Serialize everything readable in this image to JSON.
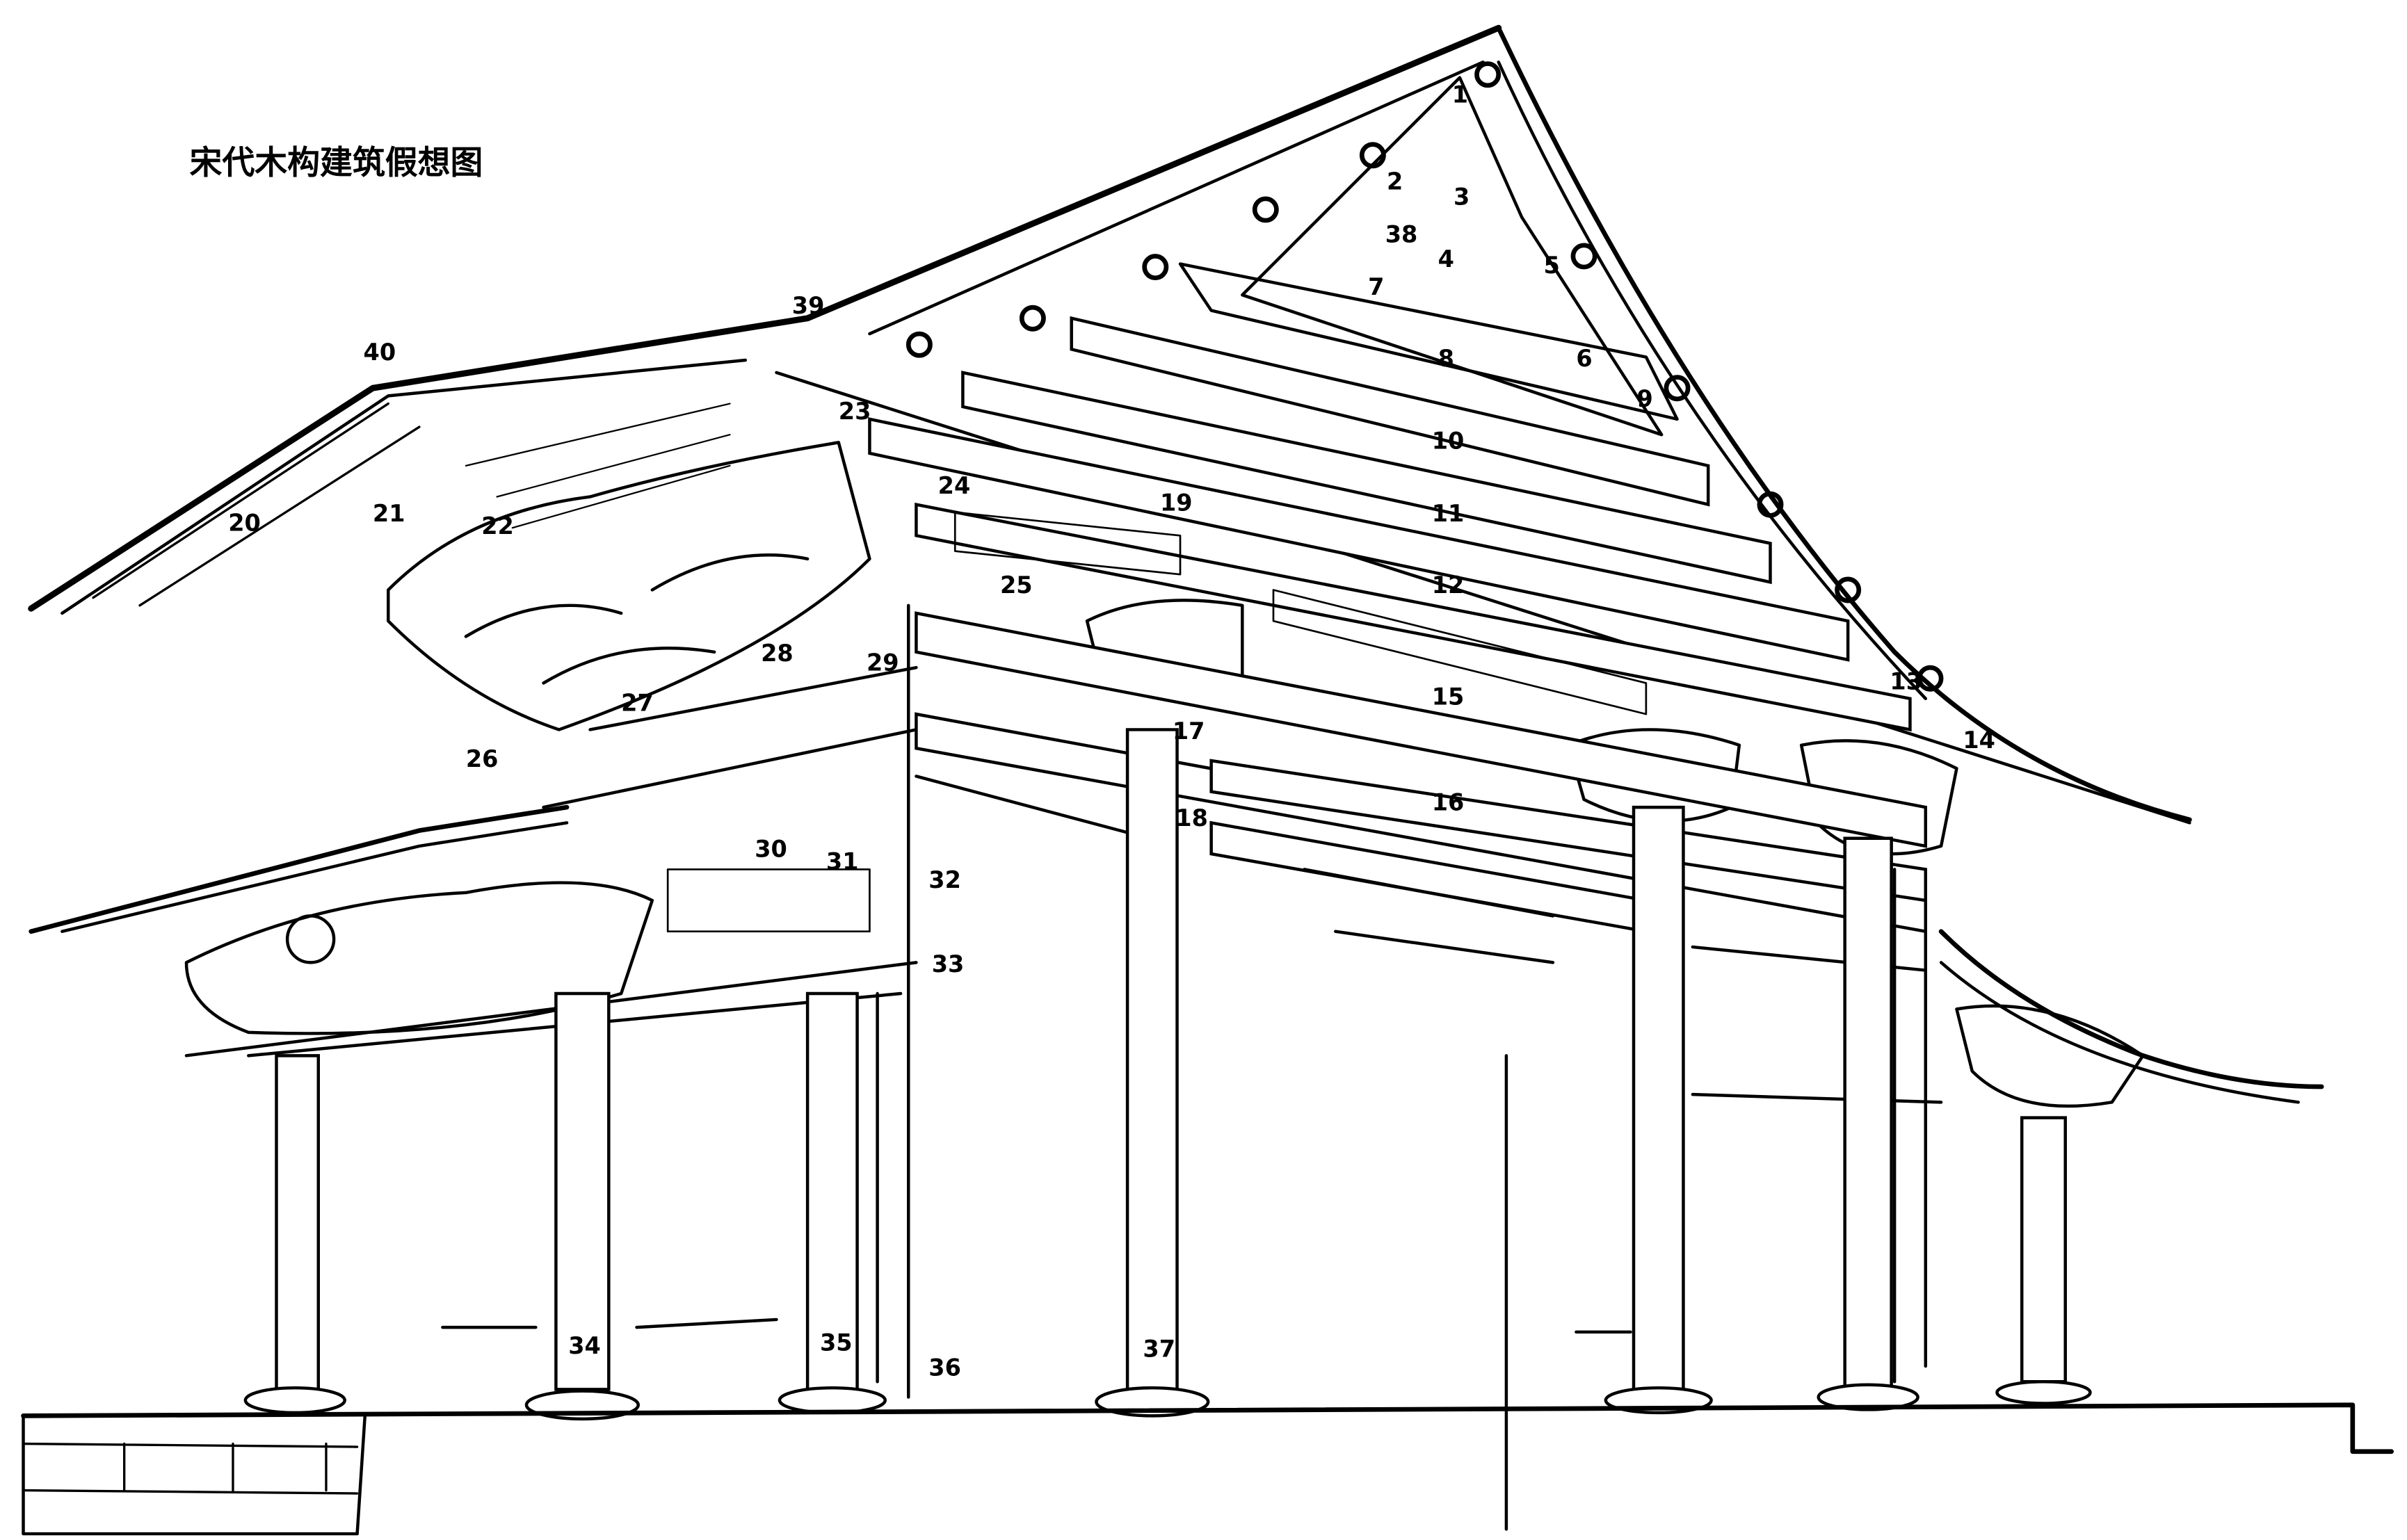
{
  "title": "宋代木构建筑假想图",
  "labels": {
    "l1": "1",
    "l2": "2",
    "l3": "3",
    "l4": "4",
    "l5": "5",
    "l6": "6",
    "l7": "7",
    "l8": "8",
    "l9": "9",
    "l10": "10",
    "l11": "11",
    "l12": "12",
    "l13": "13",
    "l14": "14",
    "l15": "15",
    "l16": "16",
    "l17": "17",
    "l18": "18",
    "l19": "19",
    "l20": "20",
    "l21": "21",
    "l22": "22",
    "l23": "23",
    "l24": "24",
    "l25": "25",
    "l26": "26",
    "l27": "27",
    "l28": "28",
    "l29": "29",
    "l30": "30",
    "l31": "31",
    "l32": "32",
    "l33": "33",
    "l34": "34",
    "l35": "35",
    "l36": "36",
    "l37": "37",
    "l38": "38",
    "l39": "39",
    "l40": "40"
  },
  "colors": {
    "ink": "#000000",
    "paper": "#ffffff"
  }
}
